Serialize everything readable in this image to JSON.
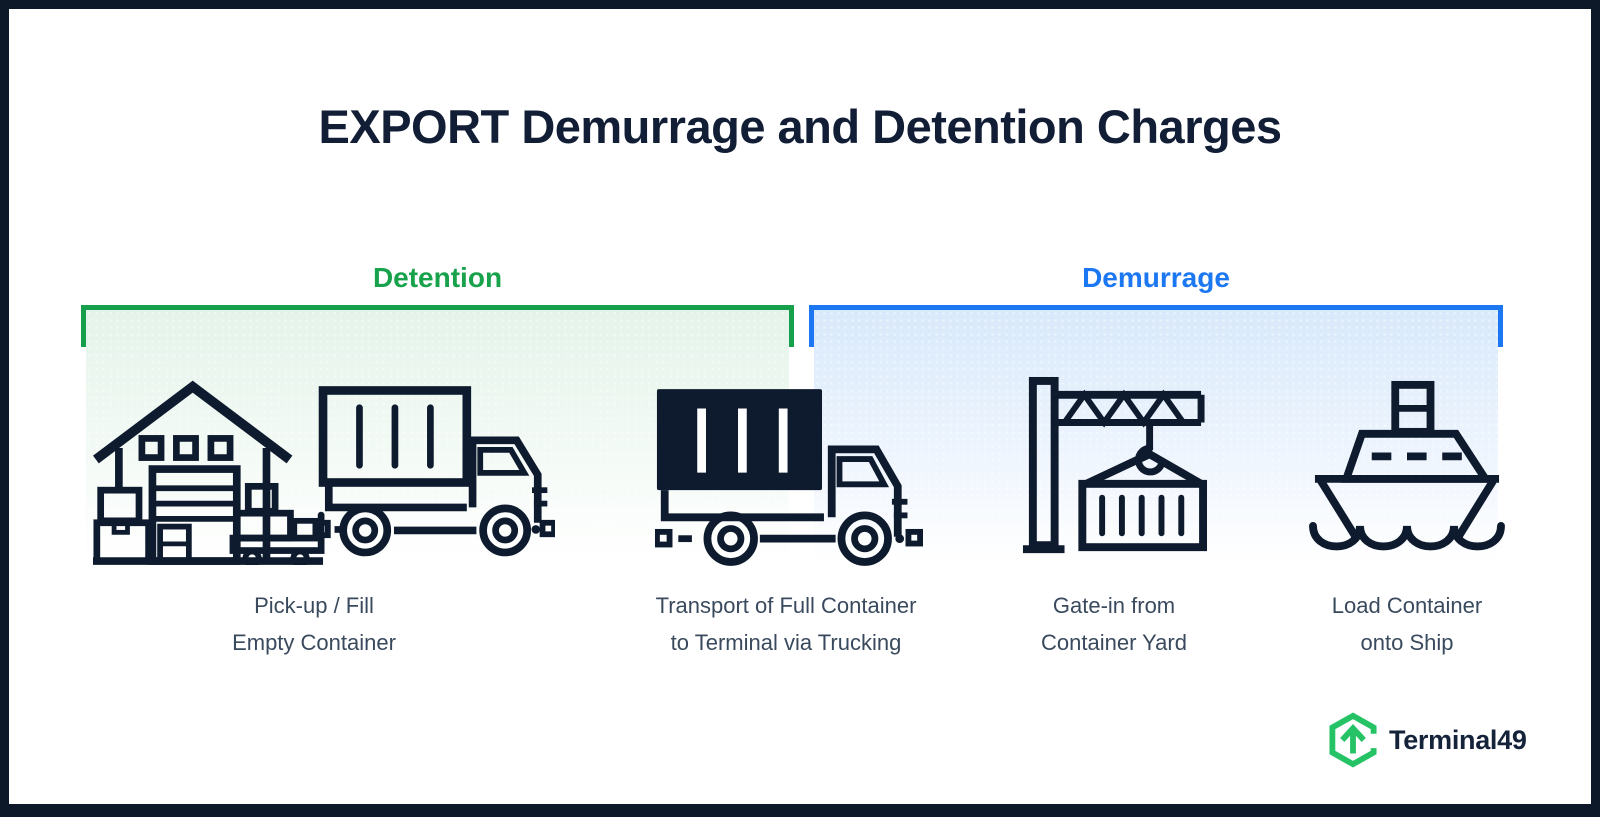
{
  "title": "EXPORT Demurrage and Detention Charges",
  "sections": {
    "detention": {
      "label": "Detention",
      "text_color": "#18A24C",
      "bracket_color": "#17A04B",
      "fill_top_color": "#E4F3EA"
    },
    "demurrage": {
      "label": "Demurrage",
      "text_color": "#1C78F2",
      "bracket_color": "#1C78F2",
      "fill_top_color": "#D8E9FB"
    }
  },
  "steps": [
    {
      "icon": "warehouse-empty-container-truck-icon",
      "line1": "Pick-up / Fill",
      "line2": "Empty Container"
    },
    {
      "icon": "full-container-truck-icon",
      "line1": "Transport of Full Container",
      "line2": "to Terminal via Trucking"
    },
    {
      "icon": "gate-in-crane-container-icon",
      "line1": "Gate-in from",
      "line2": "Container Yard"
    },
    {
      "icon": "container-ship-icon",
      "line1": "Load Container",
      "line2": "onto Ship"
    }
  ],
  "logo": {
    "brand": "Terminal49",
    "icon": "terminal49-hexagon-arrow-icon",
    "icon_color": "#26C366"
  },
  "colors": {
    "ink": "#0E1B2E",
    "caption_text": "#3A4A5E",
    "frame_border": "#0D1928",
    "background": "#FFFFFF"
  }
}
